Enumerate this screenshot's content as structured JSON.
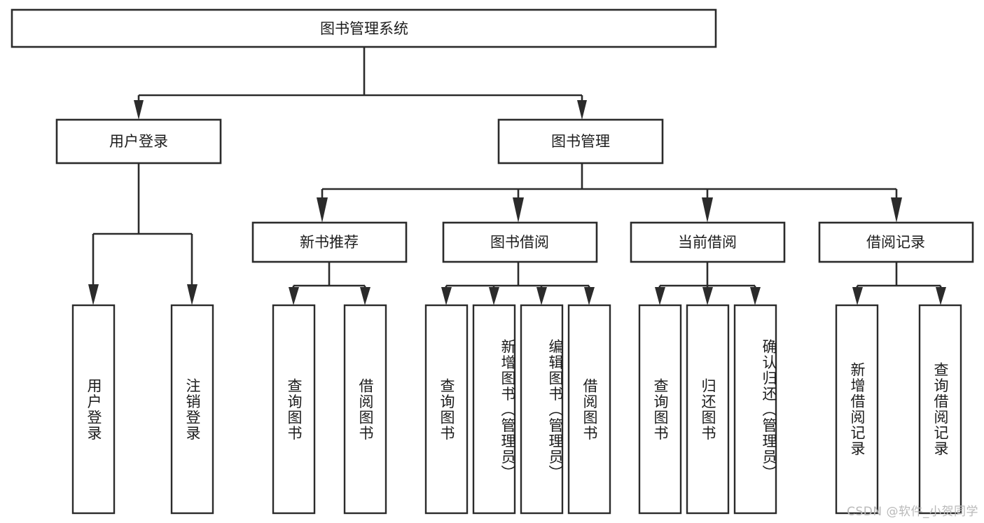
{
  "diagram": {
    "title": "图书管理系统",
    "type": "tree",
    "orientation": "top-down",
    "colors": {
      "stroke": "#2b2b2b",
      "box_fill": "#ffffff",
      "text": "#1c1c1c",
      "background": "#ffffff",
      "watermark": "#b9b9b9"
    },
    "root": {
      "label": "图书管理系统"
    },
    "level2": [
      {
        "label": "用户登录"
      },
      {
        "label": "图书管理"
      }
    ],
    "level3": [
      {
        "label": "新书推荐"
      },
      {
        "label": "图书借阅"
      },
      {
        "label": "当前借阅"
      },
      {
        "label": "借阅记录"
      }
    ],
    "leaves": {
      "user_login": [
        {
          "label": "用户登录"
        },
        {
          "label": "注销登录"
        }
      ],
      "new_book_recommend": [
        {
          "label": "查询图书"
        },
        {
          "label": "借阅图书"
        }
      ],
      "book_borrow": [
        {
          "label": "查询图书"
        },
        {
          "label": "新增图书（管理员）"
        },
        {
          "label": "编辑图书（管理员）"
        },
        {
          "label": "借阅图书"
        }
      ],
      "current_borrow": [
        {
          "label": "查询图书"
        },
        {
          "label": "归还图书"
        },
        {
          "label": "确认归还（管理员）"
        }
      ],
      "borrow_record": [
        {
          "label": "新增借阅记录"
        },
        {
          "label": "查询借阅记录"
        }
      ]
    }
  },
  "watermark": {
    "text": "CSDN @软件_小贺同学"
  }
}
